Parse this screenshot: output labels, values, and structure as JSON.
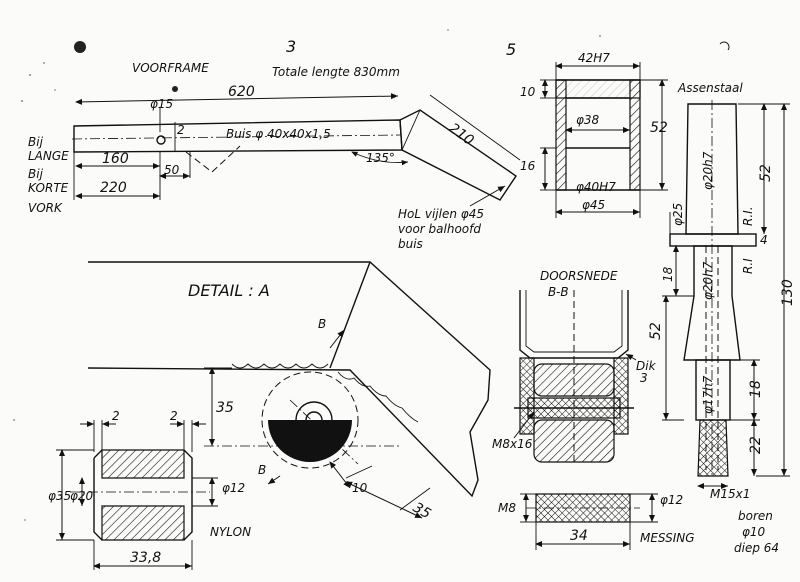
{
  "frame": {
    "title": "VOORFRAME",
    "total_length": "Totale lengte 830mm",
    "dim_620": "620",
    "dim_phi15": "φ15",
    "tube_label": "Buis φ 40x40x1,5",
    "dim_2": "2",
    "dim_210": "210",
    "angle_135": "135°",
    "bij_lange": [
      "Bij",
      "LANGE"
    ],
    "bij_korte": [
      "Bij",
      "KORTE"
    ],
    "vork": "VORK",
    "dim_160": "160",
    "dim_50": "50",
    "dim_220": "220",
    "hol_vijlen": [
      "HoL vijlen φ45",
      "voor balhoofd",
      "buis"
    ]
  },
  "sheet_numbers": [
    "3",
    "5"
  ],
  "bush": {
    "dim_42h7": "42H7",
    "dim_10": "10",
    "dim_38": "φ38",
    "dim_52": "52",
    "dim_16": "16",
    "dim_40h7": "φ40H7",
    "dim_45": "φ45"
  },
  "axle": {
    "title": "Assenstaal",
    "dim_20h7_top": "φ20h7",
    "dim_52": "52",
    "dim_25": "φ25",
    "ri_1": "R.I.",
    "dim_4": "4",
    "dim_18_a": "18",
    "dim_20h7_mid": "φ20h7",
    "ri_2": "R.I",
    "dim_130": "130",
    "dim_52_b": "52",
    "dim_17h7": "φ17h7",
    "dim_18_b": "18",
    "dim_22": "22",
    "thread": "M15x1",
    "boren": [
      "boren",
      "φ10",
      "diep 64"
    ]
  },
  "detail": {
    "title": "DETAIL : A",
    "section_mark": "B",
    "section_mark_2": "B",
    "dim_35_left": "35",
    "dim_10": "10",
    "dim_35_diag": "35"
  },
  "section": {
    "title": [
      "DOORSNEDE",
      "B-B"
    ],
    "dik": [
      "Dik",
      "3"
    ],
    "bolt": "M8x16"
  },
  "nylon": {
    "dim_2a": "2",
    "dim_2b": "2",
    "dim_35": "φ35",
    "dim_20": "φ20",
    "dim_12": "φ12",
    "material": "NYLON",
    "dim_33_8": "33,8"
  },
  "messing": {
    "dim_m8": "M8",
    "dim_12": "φ12",
    "dim_34": "34",
    "material": "MESSING"
  }
}
